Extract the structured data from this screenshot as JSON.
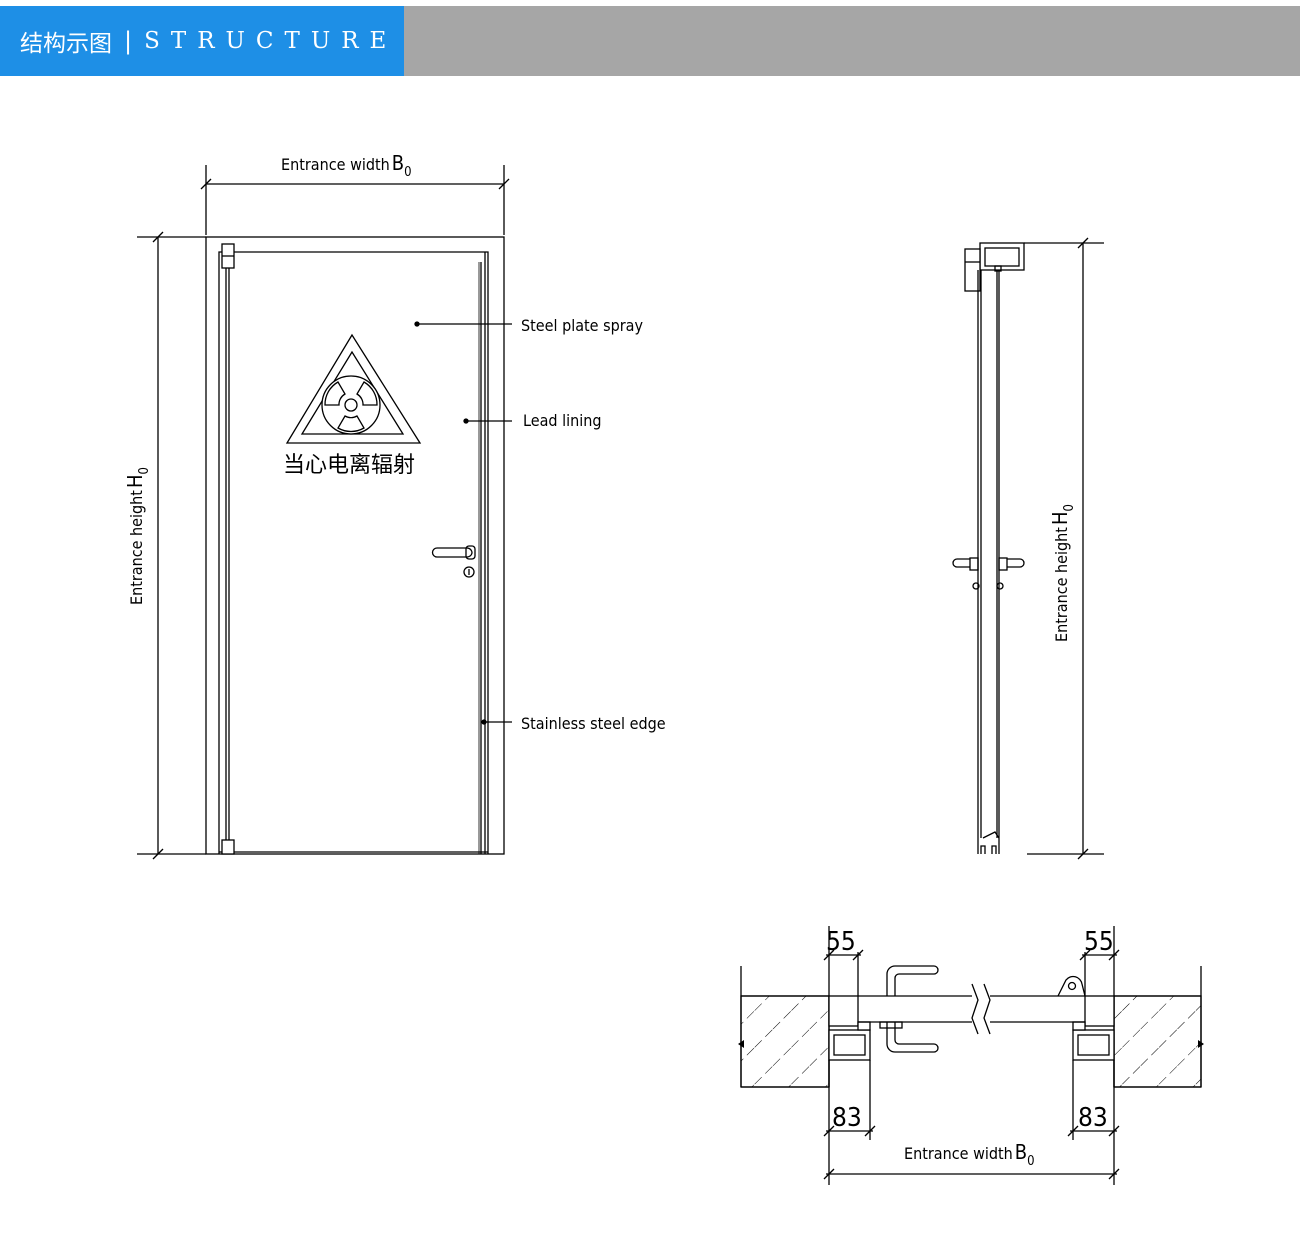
{
  "header": {
    "title_cn": "结构示图",
    "separator": "|",
    "title_en": "STRUCTURE",
    "accent_color": "#1e8fe6",
    "bar_color": "#a6a6a6"
  },
  "front_view": {
    "width_label": "Entrance width",
    "width_symbol": "B",
    "width_sub": "0",
    "height_label": "Entrance height",
    "height_symbol": "H",
    "height_sub": "0",
    "sign_text": "当心电离辐射",
    "callouts": {
      "steel_plate_spray": "Steel plate spray",
      "lead_lining": "Lead lining",
      "stainless_steel_edge": "Stainless steel edge"
    }
  },
  "side_view": {
    "height_label": "Entrance height",
    "height_symbol": "H",
    "height_sub": "0"
  },
  "plan_view": {
    "dim_top_left": "55",
    "dim_top_right": "55",
    "dim_bottom_left": "83",
    "dim_bottom_right": "83",
    "width_label": "Entrance width",
    "width_symbol": "B",
    "width_sub": "0"
  }
}
